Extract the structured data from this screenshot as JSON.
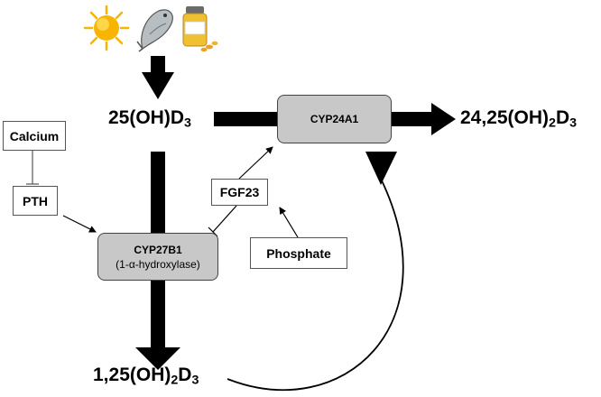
{
  "sources": {
    "sun": "sun-icon",
    "fish": "fish-icon",
    "supplement": "supplement-bottle-icon"
  },
  "metabolites": {
    "calcidiol_base": "25(OH)D",
    "calcidiol_sub": "3",
    "calcitriol_base": "1,25(OH)",
    "calcitriol_sub1": "2",
    "calcitriol_mid": "D",
    "calcitriol_sub2": "3",
    "inactive_base": "24,25(OH)",
    "inactive_sub1": "2",
    "inactive_mid": "D",
    "inactive_sub2": "3"
  },
  "enzymes": {
    "cyp24a1": "CYP24A1",
    "cyp27b1": "CYP27B1",
    "cyp27b1_sub": "(1-α-hydroxylase)"
  },
  "regulators": {
    "calcium": "Calcium",
    "pth": "PTH",
    "fgf23": "FGF23",
    "phosphate": "Phosphate"
  },
  "colors": {
    "enzyme_fill": "#c8c8c8",
    "sun": "#f7b500",
    "fish": "#9aa3a8",
    "bottle": "#f0c030"
  }
}
